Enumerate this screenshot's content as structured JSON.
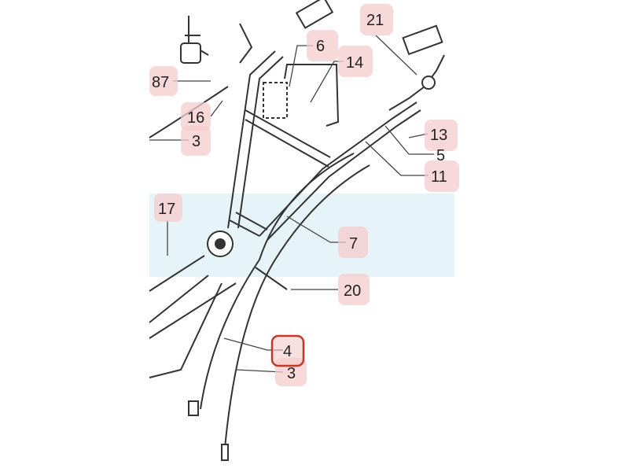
{
  "diagram": {
    "callouts": [
      {
        "id": "87",
        "text": "87"
      },
      {
        "id": "16",
        "text": "16"
      },
      {
        "id": "3a",
        "text": "3"
      },
      {
        "id": "6",
        "text": "6"
      },
      {
        "id": "14",
        "text": "14"
      },
      {
        "id": "21",
        "text": "21"
      },
      {
        "id": "13",
        "text": "13"
      },
      {
        "id": "5",
        "text": "5"
      },
      {
        "id": "11",
        "text": "11"
      },
      {
        "id": "17",
        "text": "17"
      },
      {
        "id": "7",
        "text": "7"
      },
      {
        "id": "20",
        "text": "20"
      },
      {
        "id": "4",
        "text": "4"
      },
      {
        "id": "3b",
        "text": "3"
      }
    ],
    "highlight_color": "#c0392b",
    "callout_bg": "#f5cccc",
    "band_color": "#e6f3f8"
  }
}
